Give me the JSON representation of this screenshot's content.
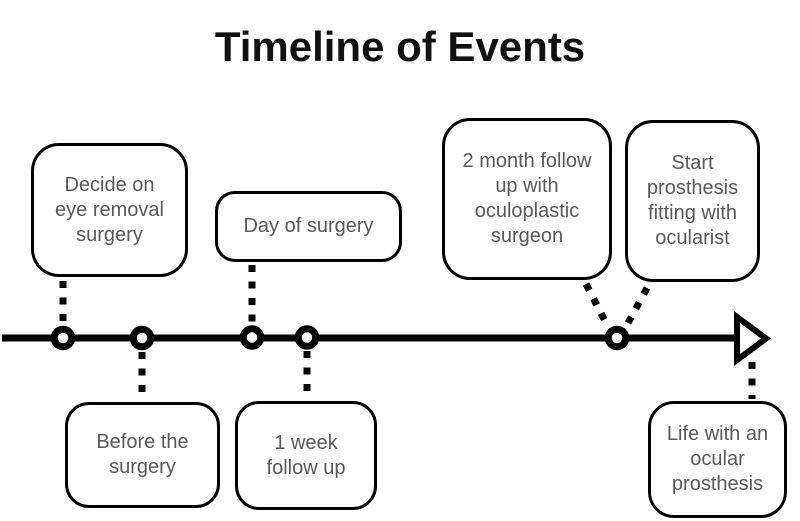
{
  "title": "Timeline of Events",
  "colors": {
    "stroke": "#000000",
    "text": "#59595b",
    "background": "#ffffff"
  },
  "timeline": {
    "direction": "left-to-right",
    "node_count": 5,
    "arrowhead": "right",
    "connector_style": "dotted"
  },
  "events": [
    {
      "label": "Decide on eye removal surgery",
      "lines": [
        "Decide on",
        "eye removal",
        "surgery"
      ],
      "position": "above"
    },
    {
      "label": "Before the surgery",
      "lines": [
        "Before the",
        "surgery"
      ],
      "position": "below"
    },
    {
      "label": "Day of surgery",
      "lines": [
        "Day of surgery"
      ],
      "position": "above"
    },
    {
      "label": "1 week follow up",
      "lines": [
        "1 week",
        "follow up"
      ],
      "position": "below"
    },
    {
      "label": "2 month follow up with oculoplastic surgeon",
      "lines": [
        "2 month follow",
        "up with",
        "oculoplastic",
        "surgeon"
      ],
      "position": "above"
    },
    {
      "label": "Start prosthesis fitting with ocularist",
      "lines": [
        "Start",
        "prosthesis",
        "fitting with",
        "ocularist"
      ],
      "position": "above"
    },
    {
      "label": "Life with an ocular prosthesis",
      "lines": [
        "Life with an",
        "ocular",
        "prosthesis"
      ],
      "position": "below"
    }
  ]
}
